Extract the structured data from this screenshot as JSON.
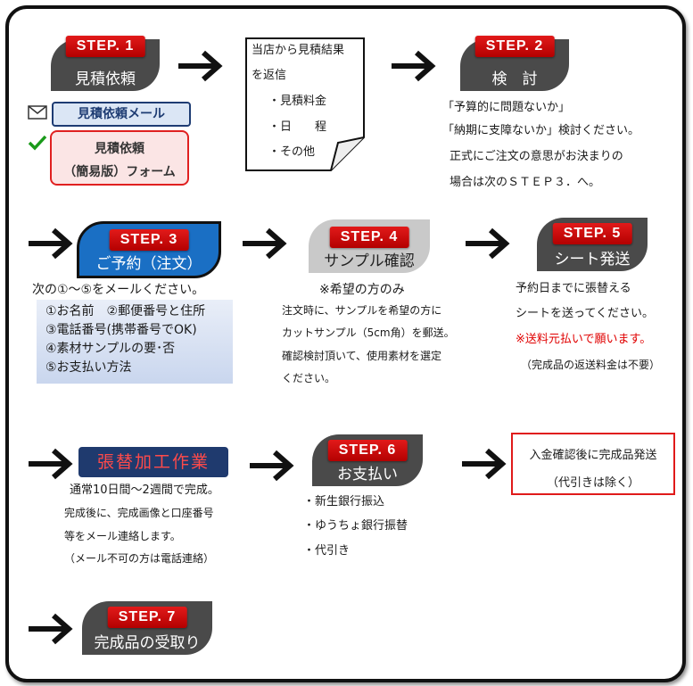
{
  "steps": {
    "s1": {
      "label": "STEP. 1",
      "title": "見積依頼"
    },
    "s2": {
      "label": "STEP. 2",
      "title": "検　討"
    },
    "s3": {
      "label": "STEP. 3",
      "title": "ご予約（注文）"
    },
    "s4": {
      "label": "STEP. 4",
      "title": "サンプル確認"
    },
    "s5": {
      "label": "STEP. 5",
      "title": "シート発送"
    },
    "s6": {
      "label": "STEP. 6",
      "title": "お支払い"
    },
    "s7": {
      "label": "STEP. 7",
      "title": "完成品の受取り"
    }
  },
  "step1": {
    "mail_button": "見積依頼メール",
    "form_button_line1": "見積依頼",
    "form_button_line2": "（簡易版）フォーム"
  },
  "quote_note": {
    "line1": "当店から見積結果",
    "line2": "を返信",
    "item1": "・見積料金",
    "item2": "・日　　程",
    "item3": "・その他"
  },
  "step2_text": {
    "line1": "「予算的に問題ないか」",
    "line2": "「納期に支障ないか」検討ください。",
    "line3": "正式にご注文の意思がお決まりの",
    "line4": "場合は次のＳＴＥＰ３．へ。"
  },
  "step3_text": {
    "intro": "次の①～⑤をメールください。",
    "item1": "①お名前　②郵便番号と住所",
    "item2": "③電話番号(携帯番号でOK)",
    "item3": "④素材サンプルの要･否",
    "item4": "⑤お支払い方法"
  },
  "step4_text": {
    "note": "※希望の方のみ",
    "line1": "注文時に、サンプルを希望の方に",
    "line2": "カットサンプル（5cm角）を郵送。",
    "line3": "確認検討頂いて、使用素材を選定",
    "line4": "ください。"
  },
  "step5_text": {
    "line1": "予約日までに張替える",
    "line2": "シートを送ってください。",
    "warning": "※送料元払いで願います。",
    "line3": "（完成品の返送料金は不要）"
  },
  "work": {
    "title": "張替加工作業",
    "line1": "通常10日間～2週間で完成。",
    "line2": "完成後に、完成画像と口座番号",
    "line3": "等をメール連絡します。",
    "line4": "（メール不可の方は電話連絡）"
  },
  "step6_text": {
    "item1": "・新生銀行振込",
    "item2": "・ゆうちょ銀行振替",
    "item3": "・代引き"
  },
  "ship_box": {
    "line1": "入金確認後に完成品発送",
    "line2": "（代引きは除く）"
  },
  "colors": {
    "accent_red": "#d40000",
    "step_dark": "#4a4a4a",
    "step3_blue": "#1a6fc4",
    "work_navy": "#1f3a6e"
  }
}
